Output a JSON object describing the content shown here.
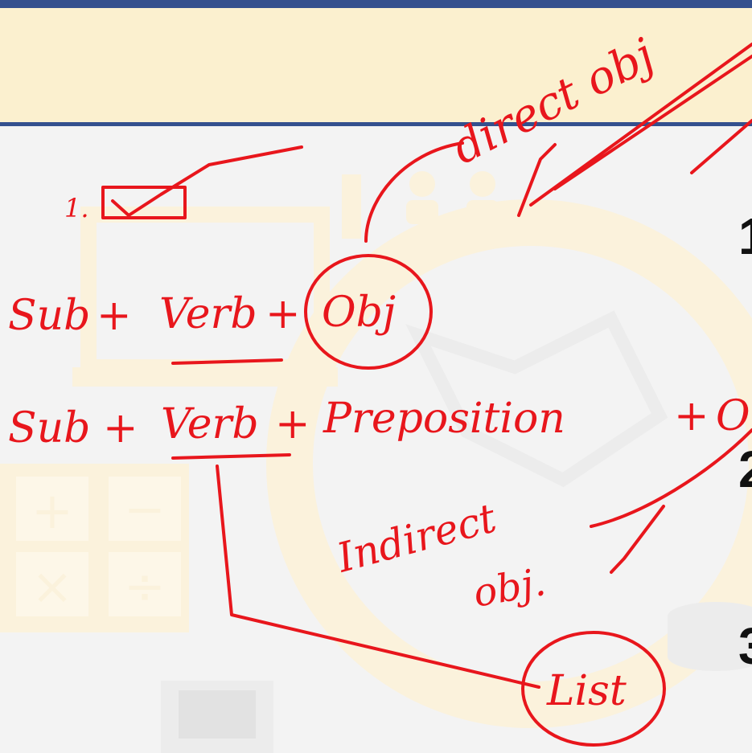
{
  "slide": {
    "list_numbers": [
      "1",
      "2",
      "3"
    ]
  },
  "annotations": {
    "item_marker": "1.",
    "pattern_1": {
      "subject": "Sub",
      "plus_1": "+",
      "verb": "Verb",
      "plus_2": "+",
      "object": "Obj"
    },
    "pattern_2": {
      "subject": "Sub",
      "plus_1": "+",
      "verb": "Verb",
      "plus_2": "+",
      "preposition": "Preposition",
      "plus_3": "+",
      "object_partial": "O"
    },
    "direct_obj_note": "direct obj",
    "indirect_obj_note_line1": "Indirect",
    "indirect_obj_note_line2": "obj.",
    "circled_word": "List"
  },
  "colors": {
    "ink": "#e8161c",
    "header_rule": "#34508e",
    "title_band": "#fbf0cf",
    "background": "#f3f3f3"
  }
}
